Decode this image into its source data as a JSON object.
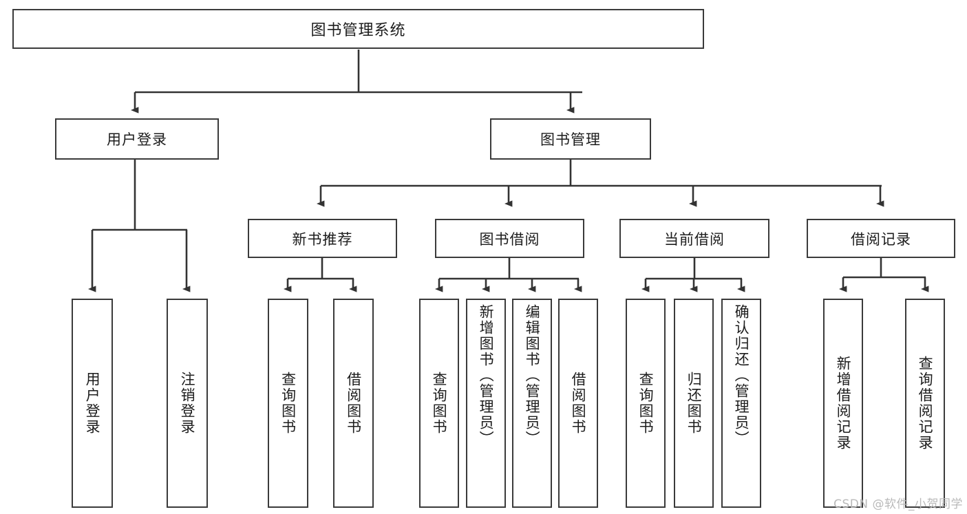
{
  "diagram": {
    "title": "图书管理系统",
    "type": "hierarchical-tree",
    "style": {
      "background": "#ffffff",
      "box_border": "#3a3a3a",
      "box_fill": "#ffffff",
      "connector": "#333333",
      "text": "#1c1c1c"
    },
    "levels": {
      "root": "图书管理系统",
      "level2": [
        "用户登录",
        "图书管理"
      ],
      "level3": [
        "新书推荐",
        "图书借阅",
        "当前借阅",
        "借阅记录"
      ]
    },
    "nodes": {
      "root": {
        "label": "图书管理系统"
      },
      "user_login": {
        "label": "用户登录"
      },
      "book_mgmt": {
        "label": "图书管理"
      },
      "new_book_rec": {
        "label": "新书推荐"
      },
      "book_borrow": {
        "label": "图书借阅"
      },
      "current_borrow": {
        "label": "当前借阅"
      },
      "borrow_record": {
        "label": "借阅记录"
      }
    },
    "leaves": {
      "user_login": [
        {
          "label": "用户登录"
        },
        {
          "label": "注销登录"
        }
      ],
      "new_book_rec": [
        {
          "label": "查询图书"
        },
        {
          "label": "借阅图书"
        }
      ],
      "book_borrow": [
        {
          "label": "查询图书"
        },
        {
          "label": "新增图书（管理员）"
        },
        {
          "label": "编辑图书（管理员）"
        },
        {
          "label": "借阅图书"
        }
      ],
      "current_borrow": [
        {
          "label": "查询图书"
        },
        {
          "label": "归还图书"
        },
        {
          "label": "确认归还（管理员）"
        }
      ],
      "borrow_record": [
        {
          "label": "新增借阅记录"
        },
        {
          "label": "查询借阅记录"
        }
      ]
    },
    "watermark": "CSDN @软件_小贺同学"
  }
}
